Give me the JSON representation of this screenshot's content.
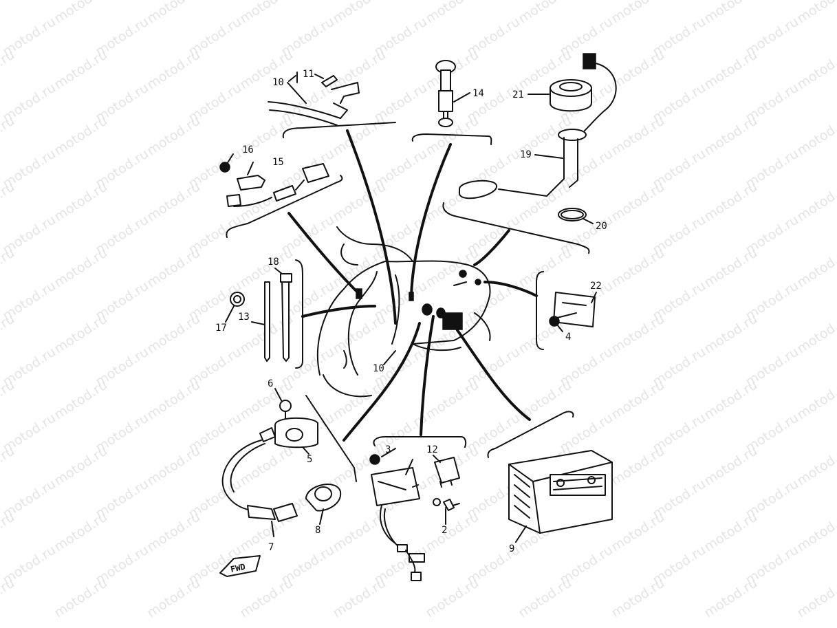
{
  "watermark": {
    "text": "motod.ru"
  },
  "labels": {
    "p2": "2",
    "p3": "3",
    "p4": "4",
    "p5": "5",
    "p6": "6",
    "p7": "7",
    "p8": "8",
    "p9": "9",
    "p10a": "10",
    "p10b": "10",
    "p11": "11",
    "p12": "12",
    "p13": "13",
    "p14": "14",
    "p15": "15",
    "p16": "16",
    "p17": "17",
    "p18": "18",
    "p19": "19",
    "p20": "20",
    "p21": "21",
    "p22": "22"
  },
  "direction_badge": {
    "text": "FWD"
  },
  "colors": {
    "ink": "#111111",
    "watermark": "#e4e4e4",
    "background": "#ffffff"
  }
}
